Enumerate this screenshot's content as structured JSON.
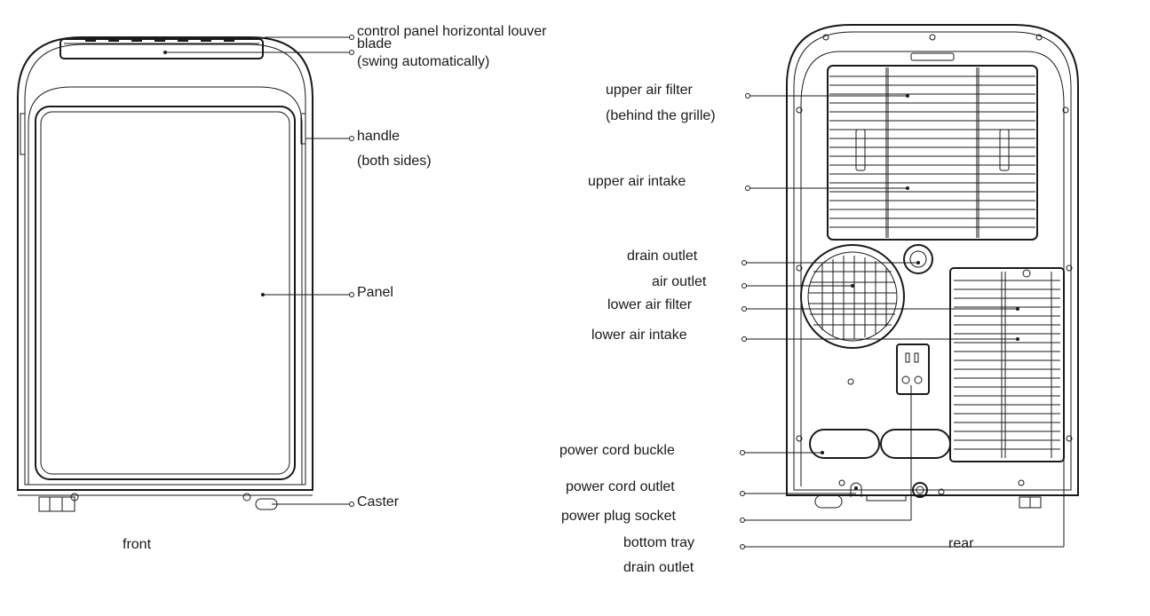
{
  "front": {
    "caption": "front",
    "labels": {
      "louver_line1": "control panel horizontal louver",
      "louver_line2": "blade",
      "louver_line3": "(swing automatically)",
      "handle_line1": "handle",
      "handle_line2": "(both sides)",
      "panel": "Panel",
      "caster": "Caster"
    }
  },
  "rear": {
    "caption": "rear",
    "labels": {
      "upper_filter_line1": "upper air filter",
      "upper_filter_line2": "(behind the grille)",
      "upper_intake": "upper air intake",
      "drain_outlet_top": "drain outlet",
      "air_outlet": "air outlet",
      "lower_filter": "lower air filter",
      "lower_intake": "lower air intake",
      "cord_buckle": "power cord buckle",
      "cord_outlet": "power cord outlet",
      "plug_socket": "power plug socket",
      "bottom_tray": "bottom tray",
      "drain_outlet_bottom": "drain outlet"
    }
  },
  "colors": {
    "ink": "#1a1a1a",
    "background": "#ffffff"
  }
}
